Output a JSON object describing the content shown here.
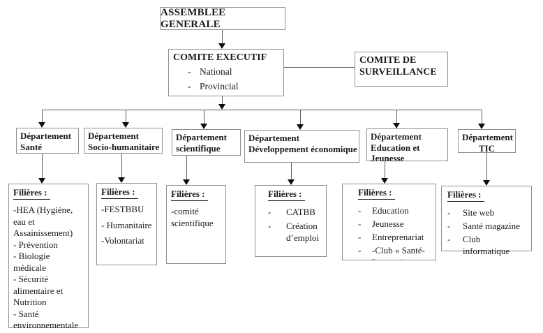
{
  "ui": {
    "dash": "-"
  },
  "nodes": {
    "assemblee_generale": {
      "label": "ASSEMBLEE GENERALE"
    },
    "comite_executif": {
      "title": "COMITE EXECUTIF",
      "items": [
        "National",
        "Provincial"
      ]
    },
    "comite_surveillance": {
      "label": "COMITE DE SURVEILLANCE"
    }
  },
  "departments": [
    {
      "id": "sante",
      "lines": [
        "Département",
        "Santé"
      ]
    },
    {
      "id": "socio-humanitaire",
      "lines": [
        "Département",
        "Socio-humanitaire"
      ]
    },
    {
      "id": "scientifique",
      "lines": [
        "Département",
        "scientifique"
      ]
    },
    {
      "id": "developpement-economique",
      "lines": [
        "Département",
        "Développement économique"
      ]
    },
    {
      "id": "education-jeunesse",
      "lines": [
        "Département",
        "Education et",
        "Jeunesse"
      ]
    },
    {
      "id": "tic",
      "lines": [
        "Département",
        "TIC"
      ]
    }
  ],
  "filieres": [
    {
      "header": "Filières :",
      "items": [
        "-HEA (Hygiène, eau et Assainissement)",
        "- Prévention",
        "- Biologie médicale",
        "- Sécurité alimentaire et Nutrition",
        "- Santé environnementale"
      ]
    },
    {
      "header": "Filières :",
      "items": [
        "-FESTBBU",
        "- Humanitaire",
        "-Volontariat"
      ]
    },
    {
      "header": "Filières :",
      "items": [
        "-comité scientifique"
      ]
    },
    {
      "header": "Filières :",
      "items": [
        "CATBB",
        "Création d’emploi"
      ]
    },
    {
      "header": "Filières :",
      "items": [
        "Education",
        "Jeunesse",
        "Entreprenariat",
        "-Club « Santé- Innovation »"
      ]
    },
    {
      "header": "Filières :",
      "items": [
        "Site web",
        "Santé magazine",
        "Club informatique"
      ]
    }
  ]
}
